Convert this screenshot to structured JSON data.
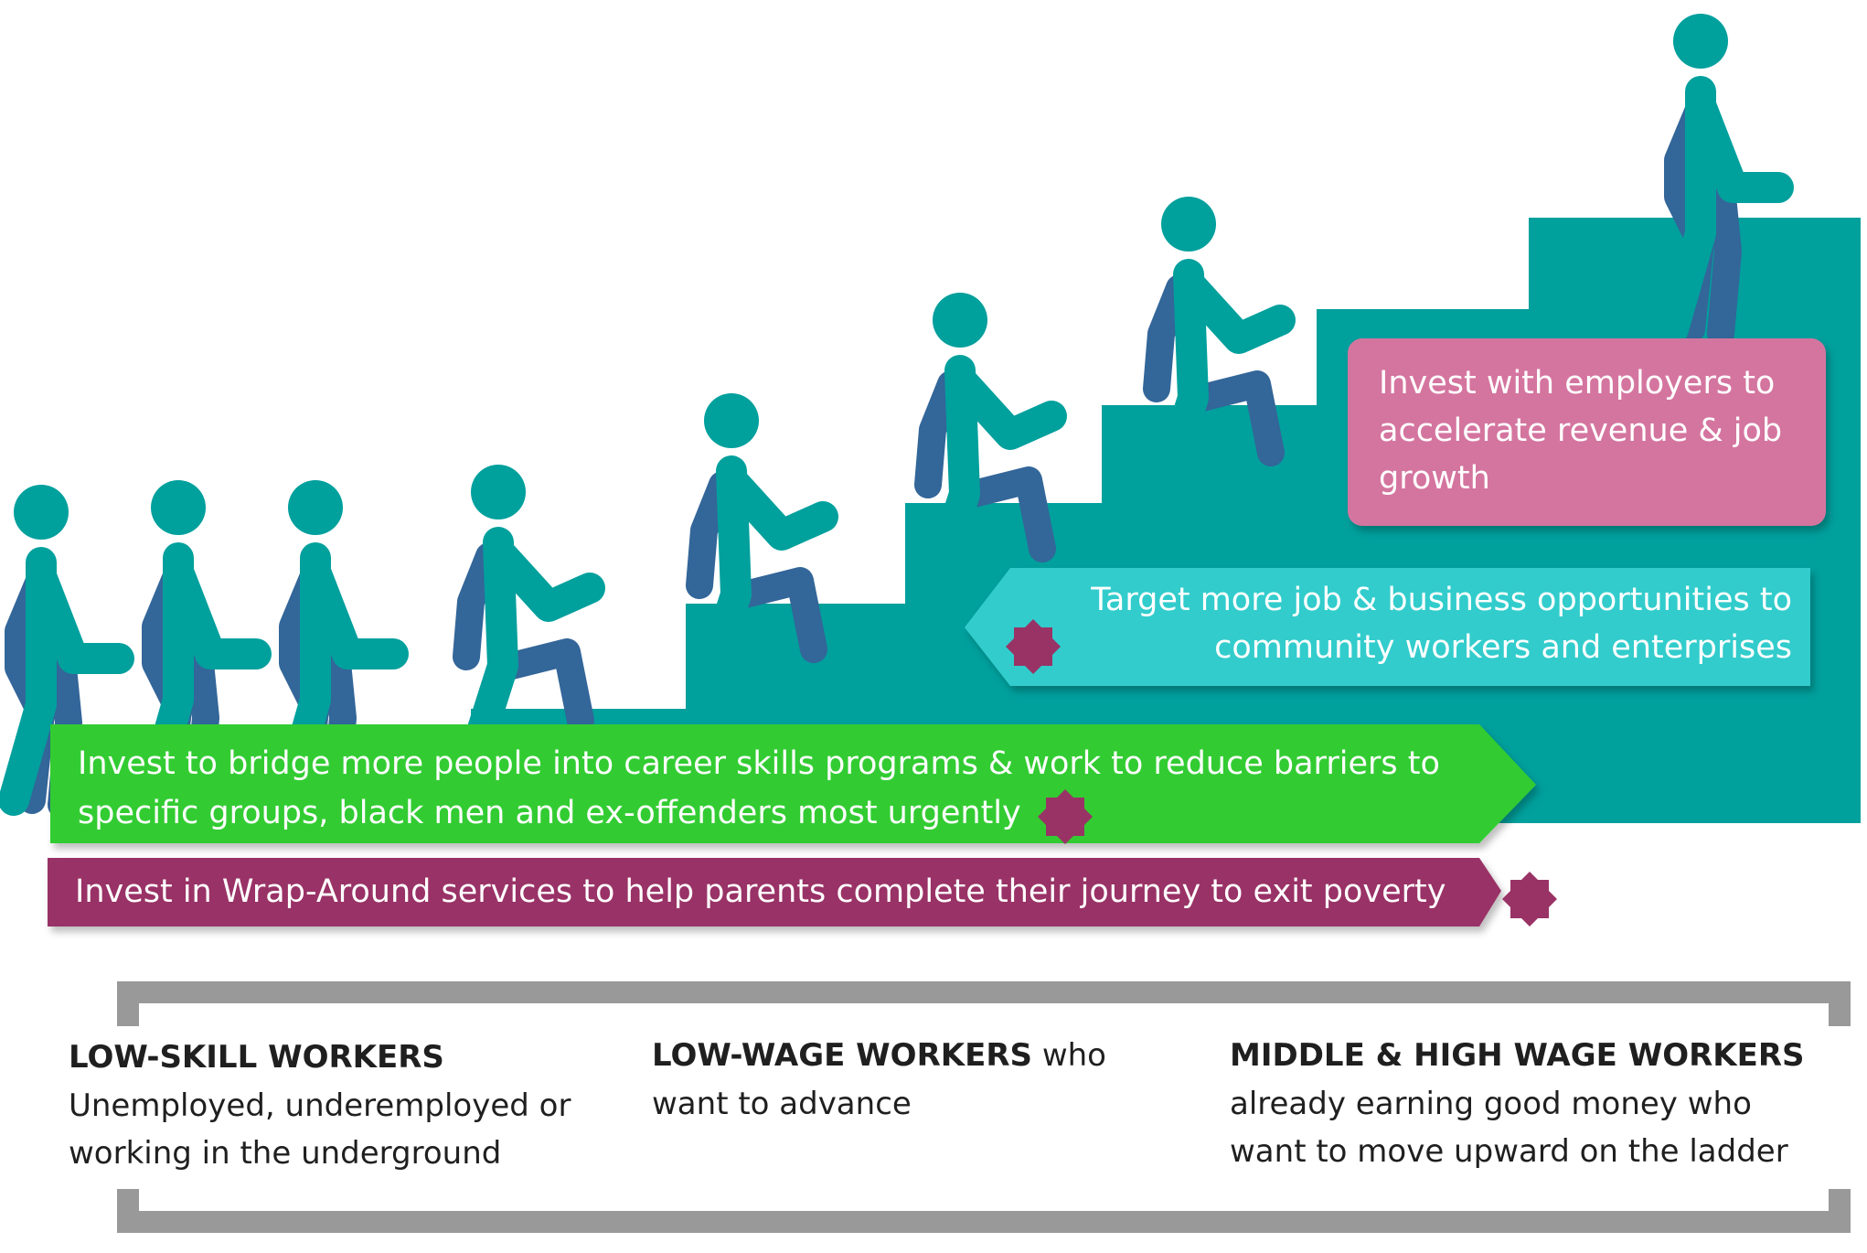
{
  "bands": {
    "employers": "Invest with employers to accelerate revenue & job growth",
    "target": "Target more job & business opportunities to community workers and enterprises",
    "bridge": "Invest to bridge more people into career skills programs & work to reduce barriers to specific groups, black men and ex-offenders most urgently",
    "wrap": "Invest in Wrap-Around services to help parents complete their journey to exit poverty"
  },
  "categories": {
    "low_skill": {
      "title": "LOW-SKILL WORKERS",
      "desc": "Unemployed, underemployed or working in the underground"
    },
    "low_wage": {
      "title": "LOW-WAGE WORKERS",
      "title_suffix": " who",
      "desc": "want to advance"
    },
    "middle_high": {
      "title": "MIDDLE & HIGH WAGE WORKERS",
      "desc": "already earning good money who want to move upward on the ladder"
    }
  },
  "colors": {
    "stairs": "#00a09d",
    "figure": "#00a09d",
    "figure_back": "#336699",
    "employers_band": "#d4749f",
    "target_band": "#33cccc",
    "bridge_band": "#33cc33",
    "wrap_band": "#993366",
    "star": "#993366",
    "bracket": "#999999"
  }
}
